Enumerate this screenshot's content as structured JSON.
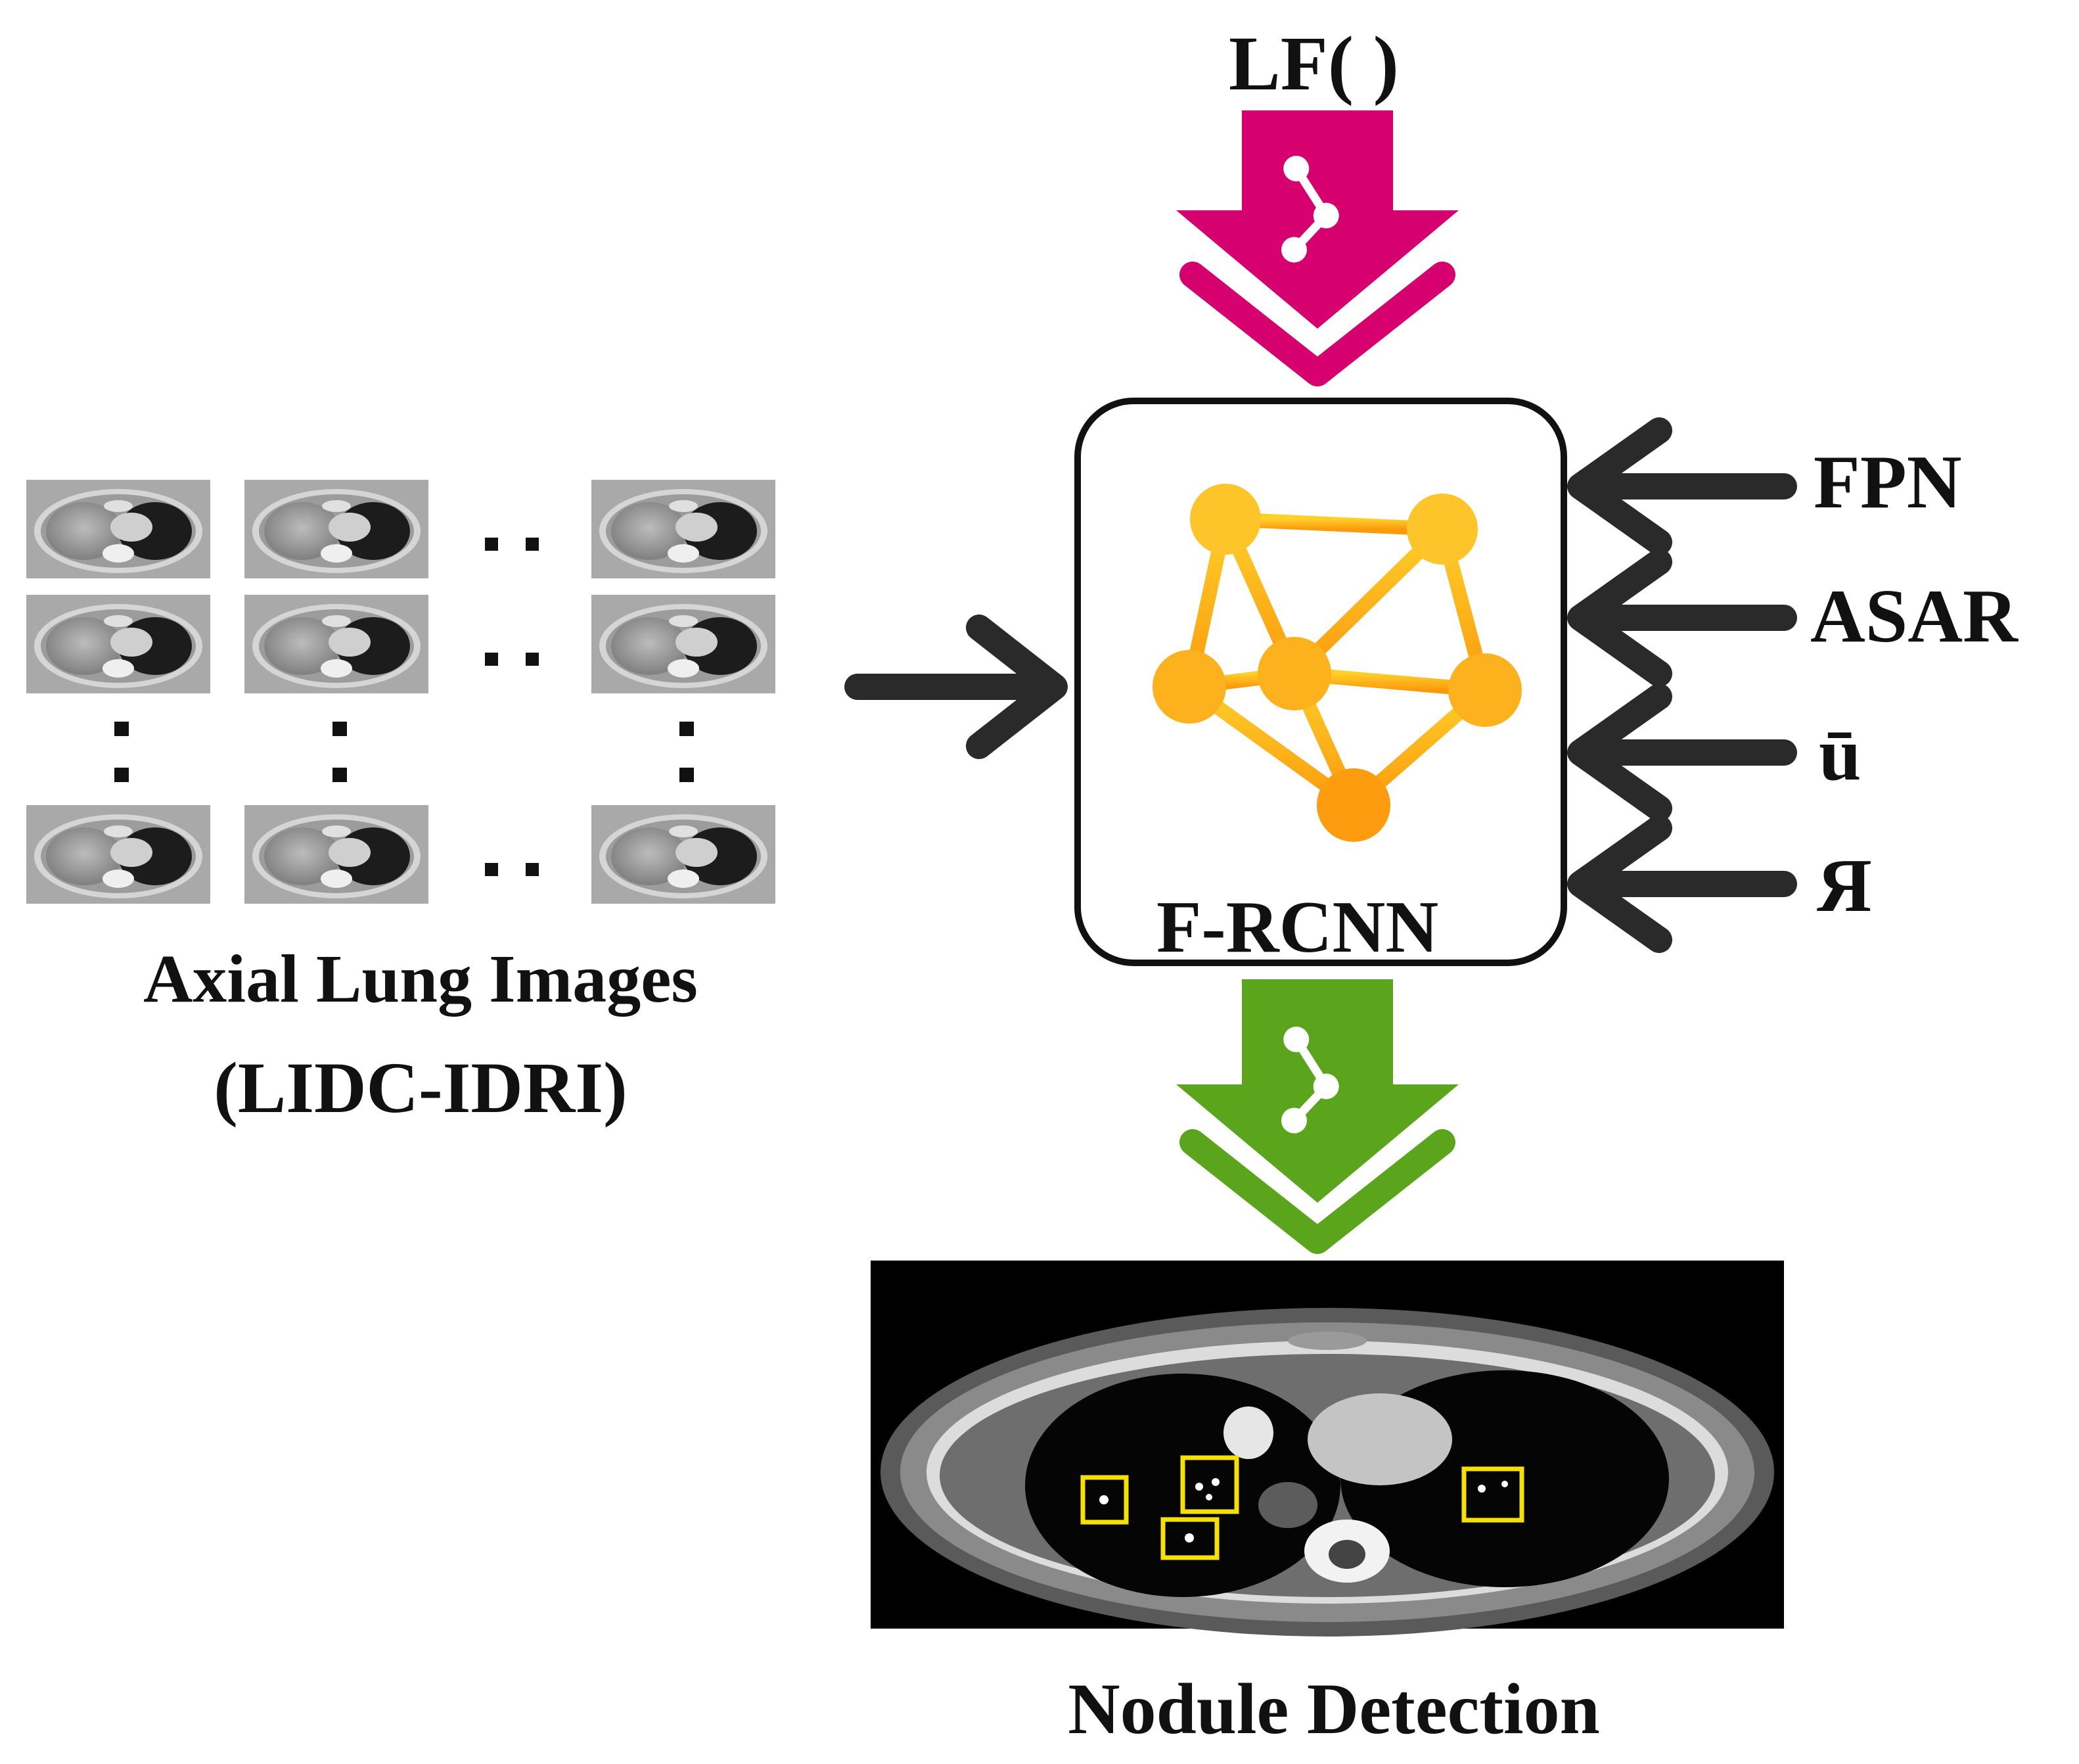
{
  "top_input": {
    "label": "LF( )"
  },
  "model": {
    "label": "F-RCNN"
  },
  "side_inputs": [
    "FPN",
    "ASAR",
    "ū",
    "Я"
  ],
  "input_images": {
    "title": "Axial Lung Images",
    "subtitle": "(LIDC-IDRI)"
  },
  "output": {
    "label": "Nodule Detection"
  },
  "colors": {
    "top_arrow": "#d6006f",
    "bottom_arrow": "#5aa51c",
    "network_nodes": "#fdb21d",
    "arrow_dark": "#2a2a2a",
    "detection_box": "#f5e000"
  }
}
